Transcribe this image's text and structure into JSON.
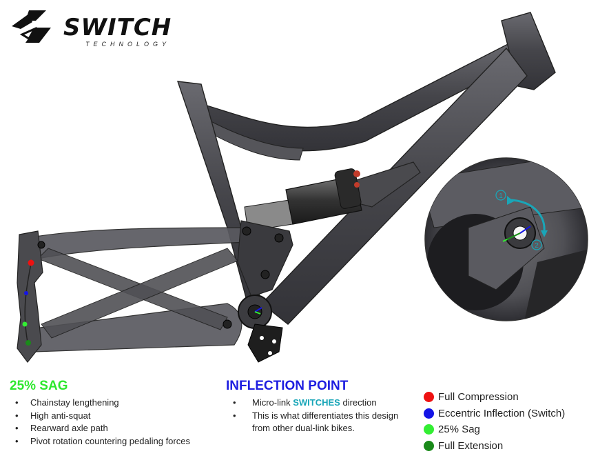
{
  "logo": {
    "word": "SWITCH",
    "sub": "TECHNOLOGY"
  },
  "sag": {
    "title": "25% SAG",
    "bullets": [
      "Chainstay lengthening",
      "High anti-squat",
      "Rearward axle path",
      "Pivot rotation countering pedaling forces"
    ]
  },
  "inflection": {
    "title": "INFLECTION POINT",
    "bullet1_pre": "Micro-link ",
    "bullet1_highlight": "SWITCHES",
    "bullet1_post": " direction",
    "bullet2_line1": "This is what differentiates this design",
    "bullet2_line2": "from other dual-link bikes."
  },
  "legend": [
    {
      "label": "Full Compression",
      "color": "#ee1111"
    },
    {
      "label": "Eccentric Inflection (Switch)",
      "color": "#1414e6"
    },
    {
      "label": "25% Sag",
      "color": "#33ee33"
    },
    {
      "label": "Full Extension",
      "color": "#1a8a1a"
    }
  ],
  "zoom_markers": [
    "1",
    "2"
  ],
  "colors": {
    "frame": "#4a4a4e",
    "shock": "#2a2a2a",
    "accent": "#19a6b8"
  }
}
